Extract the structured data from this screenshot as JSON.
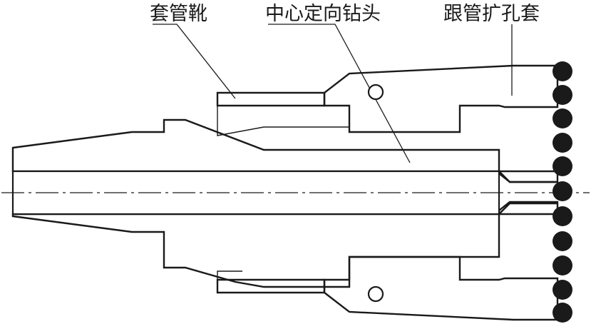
{
  "labels": {
    "casing_shoe": "套管靴",
    "pilot_bit": "中心定向钻头",
    "reamer_bit": "跟管扩孔套"
  },
  "colors": {
    "ink": "#1a1a1a",
    "background": "#ffffff"
  }
}
